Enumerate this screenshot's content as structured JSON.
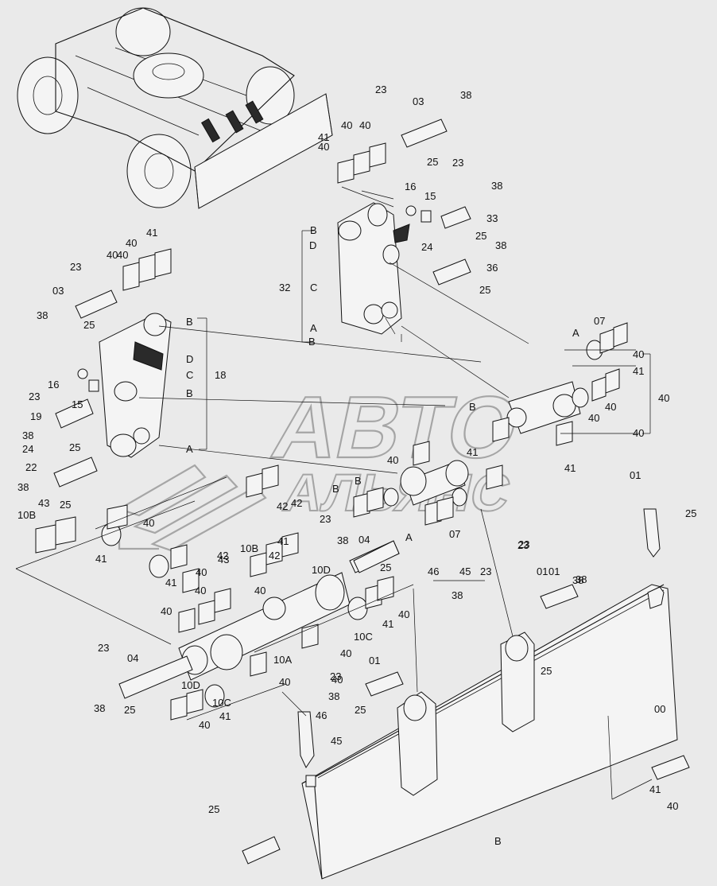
{
  "watermark": {
    "line1": "АВТО",
    "line2": "АЛЬЯНС"
  },
  "callouts": [
    "23",
    "03",
    "38",
    "41",
    "40",
    "40",
    "40",
    "25",
    "16",
    "15",
    "23",
    "38",
    "33",
    "B",
    "D",
    "24",
    "25",
    "38",
    "32",
    "C",
    "36",
    "25",
    "A",
    "B",
    "40",
    "40",
    "41",
    "23",
    "40",
    "03",
    "38",
    "25",
    "B",
    "D",
    "C",
    "18",
    "B",
    "16",
    "23",
    "15",
    "19",
    "38",
    "25",
    "24",
    "A",
    "22",
    "38",
    "25",
    "43",
    "42",
    "42",
    "10B",
    "40",
    "41",
    "42",
    "10B",
    "40",
    "41",
    "40",
    "40",
    "43",
    "42",
    "41",
    "40",
    "23",
    "04",
    "38",
    "25",
    "10D",
    "40",
    "41",
    "40",
    "10C",
    "23",
    "04",
    "10D",
    "38",
    "25",
    "40",
    "41",
    "10C",
    "10A",
    "40",
    "40",
    "01",
    "23",
    "38",
    "25",
    "46",
    "45",
    "23",
    "01",
    "38",
    "25",
    "00",
    "41",
    "40",
    "B",
    "A",
    "07",
    "40",
    "41",
    "40",
    "B",
    "40",
    "40",
    "40",
    "41",
    "40",
    "41",
    "B",
    "B",
    "A",
    "07",
    "46",
    "45",
    "23",
    "38",
    "01",
    "25",
    "23",
    "38",
    "01",
    "25"
  ]
}
